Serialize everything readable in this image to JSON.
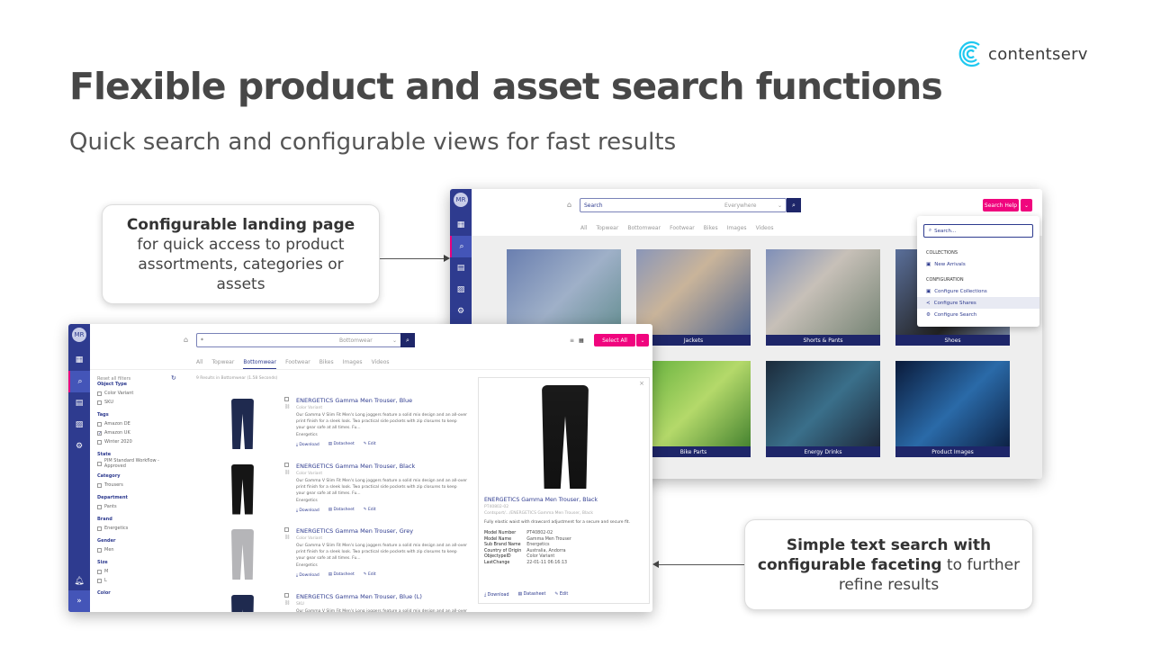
{
  "brand": {
    "name": "contentserv",
    "color": "#1ec8f0"
  },
  "slide": {
    "title": "Flexible product and asset search functions",
    "subtitle": "Quick search and configurable views for fast results"
  },
  "callout1": {
    "bold": "Configurable landing page",
    "text": "for quick access to product assortments, categories or assets"
  },
  "callout2": {
    "bold1": "Simple text search with",
    "bold2": "configurable faceting",
    "text": "to further refine results"
  },
  "colors": {
    "sidebar": "#2e3b8f",
    "accent": "#f0057e",
    "navy": "#1e2669"
  },
  "back": {
    "avatar": "MR",
    "search": {
      "placeholder": "Search",
      "scope": "Everywhere"
    },
    "help_button": "Search Help",
    "tabs": [
      "All",
      "Topwear",
      "Bottomwear",
      "Footwear",
      "Bikes",
      "Images",
      "Videos"
    ],
    "tiles": [
      {
        "label": ""
      },
      {
        "label": "Jackets"
      },
      {
        "label": "Shorts & Pants"
      },
      {
        "label": "Shoes"
      },
      {
        "label": ""
      },
      {
        "label": "Bike Parts"
      },
      {
        "label": "Energy Drinks"
      },
      {
        "label": "Product Images"
      }
    ],
    "dropdown": {
      "search_placeholder": "Search...",
      "collections_heading": "COLLECTIONS",
      "collections": [
        "New Arrivals"
      ],
      "configuration_heading": "CONFIGURATION",
      "configuration": [
        "Configure Collections",
        "Configure Shares",
        "Configure Search"
      ]
    }
  },
  "front": {
    "avatar": "MR",
    "search": {
      "value": "*",
      "scope": "Bottomwear"
    },
    "select_all": "Select All",
    "tabs": [
      "All",
      "Topwear",
      "Bottomwear",
      "Footwear",
      "Bikes",
      "Images",
      "Videos"
    ],
    "active_tab": "Bottomwear",
    "results_info": "9 Results in Bottomwear (1.58 Seconds)",
    "reset_filters": "Reset all filters",
    "filters": [
      {
        "heading": "Object Type",
        "options": [
          {
            "label": "Color Variant",
            "checked": false
          },
          {
            "label": "SKU",
            "checked": false
          }
        ]
      },
      {
        "heading": "Tags",
        "options": [
          {
            "label": "Amazon DE",
            "checked": false
          },
          {
            "label": "Amazon UK",
            "checked": true
          },
          {
            "label": "Winter 2020",
            "checked": false
          }
        ]
      },
      {
        "heading": "State",
        "options": [
          {
            "label": "PIM Standard Workflow - Approved",
            "checked": false
          }
        ]
      },
      {
        "heading": "Category",
        "options": [
          {
            "label": "Trousers",
            "checked": false
          }
        ]
      },
      {
        "heading": "Department",
        "options": [
          {
            "label": "Pants",
            "checked": false
          }
        ]
      },
      {
        "heading": "Brand",
        "options": [
          {
            "label": "Energetics",
            "checked": false
          }
        ]
      },
      {
        "heading": "Gender",
        "options": [
          {
            "label": "Men",
            "checked": false
          }
        ]
      },
      {
        "heading": "Size",
        "options": [
          {
            "label": "M",
            "checked": false
          },
          {
            "label": "L",
            "checked": false
          }
        ]
      },
      {
        "heading": "Color",
        "options": []
      }
    ],
    "actions": {
      "download": "Download",
      "datasheet": "Datasheet",
      "edit": "Edit"
    },
    "products": [
      {
        "title": "ENERGETICS Gamma Men Trouser, Blue",
        "type": "Color Variant",
        "desc": "Our Gamma V Slim Fit Men's Long joggers feature a solid mix design and an all-over print finish for a sleek look. Two practical side pockets with zip closures to keep your gear safe at all times. Fu...",
        "brand": "Energetics",
        "color": "#1f2a4f"
      },
      {
        "title": "ENERGETICS Gamma Men Trouser, Black",
        "type": "Color Variant",
        "desc": "Our Gamma V Slim Fit Men's Long joggers feature a solid mix design and an all-over print finish for a sleek look. Two practical side pockets with zip closures to keep your gear safe at all times. Fu...",
        "brand": "Energetics",
        "color": "#151515"
      },
      {
        "title": "ENERGETICS Gamma Men Trouser, Grey",
        "type": "Color Variant",
        "desc": "Our Gamma V Slim Fit Men's Long joggers feature a solid mix design and an all-over print finish for a sleek look. Two practical side pockets with zip closures to keep your gear safe at all times. Fu...",
        "brand": "Energetics",
        "color": "#b5b5b8"
      },
      {
        "title": "ENERGETICS Gamma Men Trouser, Blue (L)",
        "type": "SKU",
        "desc": "Our Gamma V Slim Fit Men's Long joggers feature a solid mix design and an all-over",
        "brand": "",
        "color": "#1f2a4f"
      }
    ],
    "detail": {
      "title": "ENERGETICS Gamma Men Trouser, Black",
      "id": "PT40802-02",
      "path": "Contsport/.../ENERGETICS Gamma Men Trouser, Black",
      "desc": "Fully elastic waist with drawcord adjustment for a secure and secure fit.",
      "attributes": [
        {
          "k": "Model Number",
          "v": "PT40802-02"
        },
        {
          "k": "Model Name",
          "v": "Gamma Men Trouser"
        },
        {
          "k": "Sub Brand Name",
          "v": "Energetics"
        },
        {
          "k": "Country of Origin",
          "v": "Australia, Andorra"
        },
        {
          "k": "ObjectypeID",
          "v": "Color Variant"
        },
        {
          "k": "LastChange",
          "v": "22-01-11 06:16:13"
        }
      ]
    }
  }
}
